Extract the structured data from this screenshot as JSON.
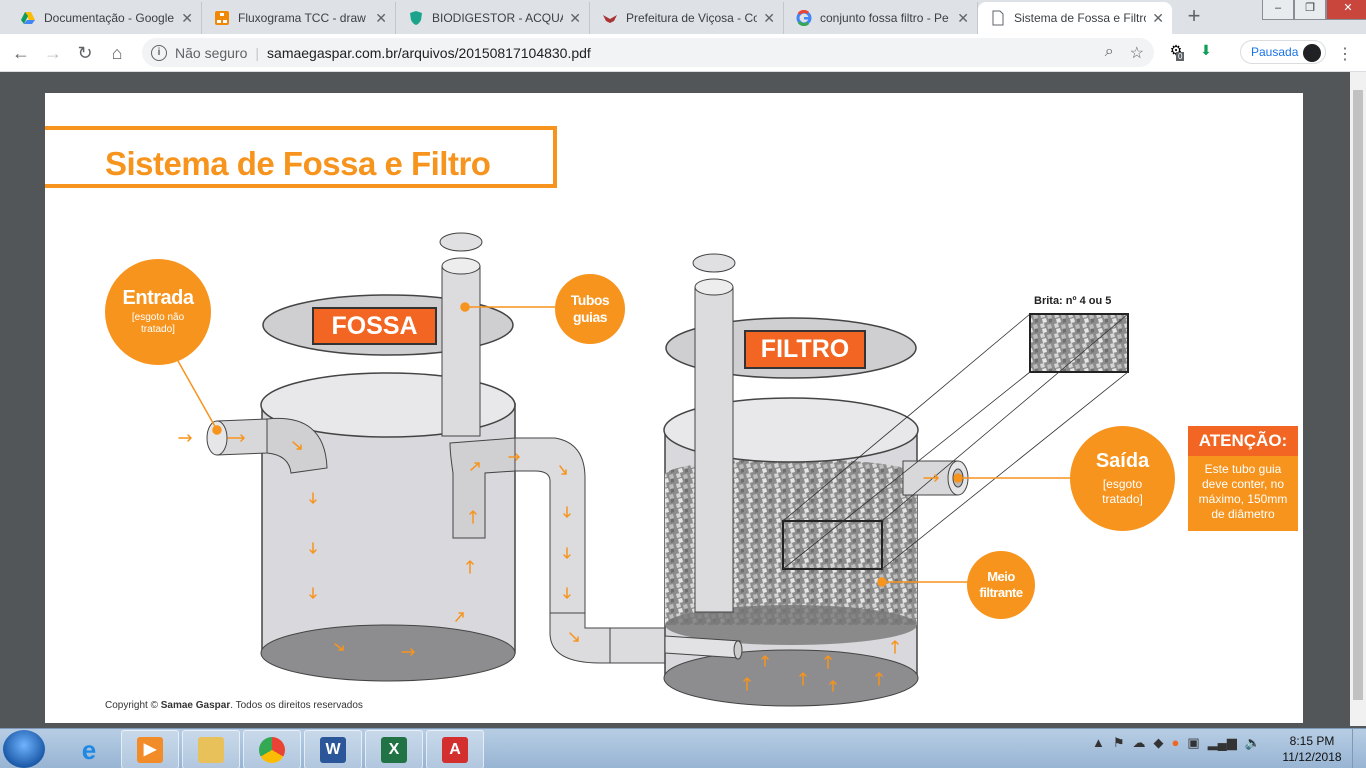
{
  "browser": {
    "tabs": [
      {
        "label": "Documentação - Google",
        "icon": "drive-icon",
        "color": "#0f9d58"
      },
      {
        "label": "Fluxograma TCC - draw",
        "icon": "drawio-icon",
        "color": "#f08705"
      },
      {
        "label": "BIODIGESTOR - ACQUA",
        "icon": "shield-icon",
        "color": "#1ba38b"
      },
      {
        "label": "Prefeitura de Viçosa - Co",
        "icon": "eagle-icon",
        "color": "#a33"
      },
      {
        "label": "conjunto fossa filtro - Pe",
        "icon": "google-icon",
        "color": "#4285f4"
      },
      {
        "label": "Sistema de Fossa e Filtro",
        "icon": "document-icon",
        "color": "#5f6368"
      }
    ],
    "active_tab": 5,
    "address": {
      "security_label": "Não seguro",
      "url": "samaegaspar.com.br/arquivos/20150817104830.pdf"
    },
    "profile_label": "Pausada",
    "extension_badge": "0"
  },
  "document": {
    "title": "Sistema de Fossa e Filtro",
    "labels": {
      "fossa": "FOSSA",
      "filtro": "FILTRO",
      "entrada_title": "Entrada",
      "entrada_sub": "[esgoto não tratado]",
      "tubos_guias": "Tubos guias",
      "saida_title": "Saída",
      "saida_sub": "[esgoto tratado]",
      "meio_filtrante": "Meio filtrante",
      "brita": "Brita: nº 4 ou 5",
      "atencao_title": "ATENÇÃO:",
      "atencao_text": "Este tubo guia deve conter, no máximo, 150mm de diâmetro"
    },
    "copyright_prefix": "Copyright © ",
    "copyright_brand": "Samae Gaspar",
    "copyright_suffix": ". Todos os direitos reservados",
    "accent_color": "#f7941d"
  },
  "taskbar": {
    "apps": [
      {
        "name": "ie-icon"
      },
      {
        "name": "media-player-icon"
      },
      {
        "name": "explorer-icon"
      },
      {
        "name": "chrome-icon"
      },
      {
        "name": "word-icon"
      },
      {
        "name": "excel-icon"
      },
      {
        "name": "acrobat-icon"
      }
    ],
    "time": "8:15 PM",
    "date": "11/12/2018"
  }
}
